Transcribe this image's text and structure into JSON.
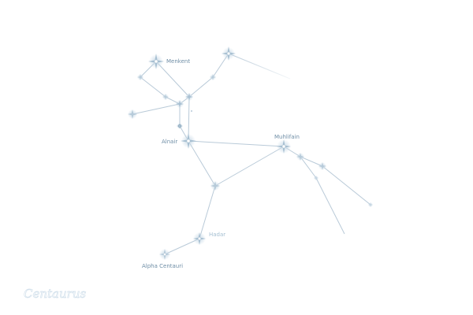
{
  "constellation_name": "Centaurus",
  "star_labels": {
    "menkent": "Menkent",
    "alnair": "Alnair",
    "muhlifain": "Muhlifain",
    "hadar": "Hadar",
    "alpha_centauri": "Alpha Centauri"
  },
  "colors": {
    "line": "#b9cad8",
    "label": "#6f8ea6",
    "label_faint": "#a6c0d2",
    "star_core": "#ffffff",
    "star_halo": "#c7d9e6",
    "star_ray": "#9fb8cb",
    "title_outline": "#d3e1ec"
  },
  "icons": {
    "star": "four-point-star-icon"
  }
}
